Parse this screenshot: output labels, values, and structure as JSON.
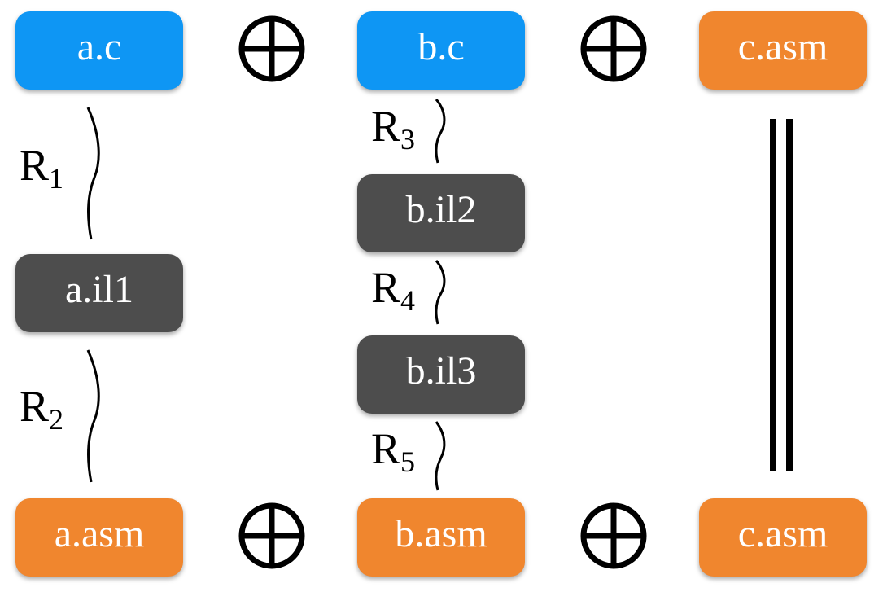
{
  "top_row": {
    "a": "a.c",
    "b": "b.c",
    "c": "c.asm"
  },
  "bottom_row": {
    "a": "a.asm",
    "b": "b.asm",
    "c": "c.asm"
  },
  "intermediates": {
    "a_il1": "a.il1",
    "b_il2": "b.il2",
    "b_il3": "b.il3"
  },
  "relations": {
    "r1": {
      "base": "R",
      "sub": "1"
    },
    "r2": {
      "base": "R",
      "sub": "2"
    },
    "r3": {
      "base": "R",
      "sub": "3"
    },
    "r4": {
      "base": "R",
      "sub": "4"
    },
    "r5": {
      "base": "R",
      "sub": "5"
    }
  },
  "colors": {
    "source": "#0e96f4",
    "assembly": "#f0862e",
    "intermediate": "#4d4d4d"
  },
  "icons": {
    "link_operator": "circled-plus-icon",
    "identity": "equals-lines-icon"
  }
}
